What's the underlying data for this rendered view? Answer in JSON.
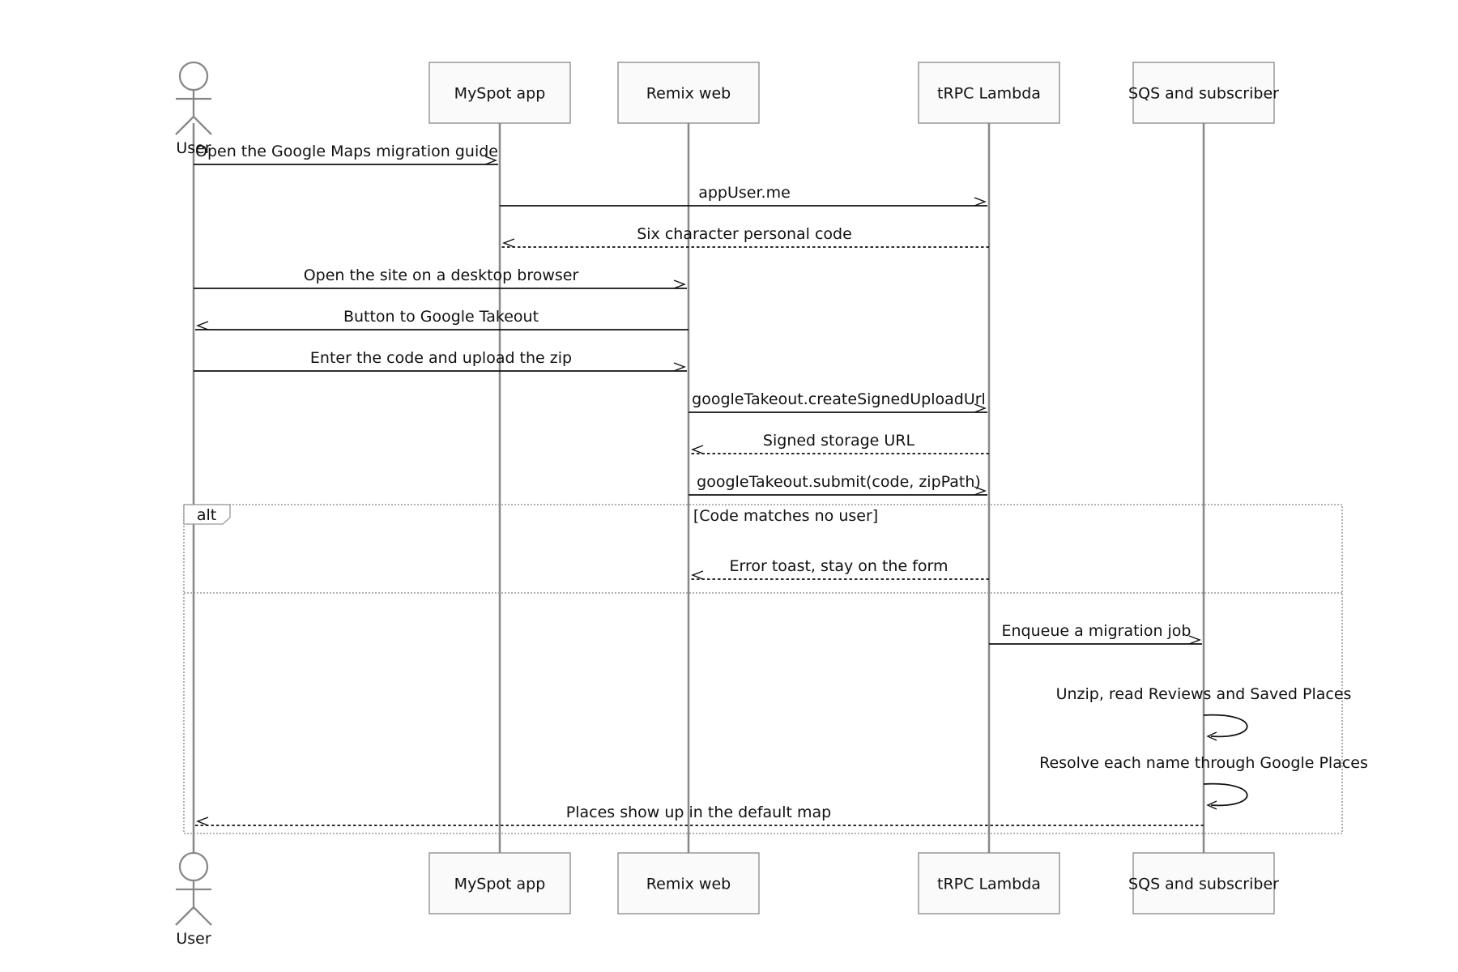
{
  "participants": [
    {
      "id": "user",
      "label": "User",
      "kind": "actor"
    },
    {
      "id": "app",
      "label": "MySpot app",
      "kind": "box"
    },
    {
      "id": "web",
      "label": "Remix web",
      "kind": "box"
    },
    {
      "id": "trpc",
      "label": "tRPC Lambda",
      "kind": "box"
    },
    {
      "id": "sqs",
      "label": "SQS and subscriber",
      "kind": "box"
    }
  ],
  "messages": [
    {
      "from": "user",
      "to": "app",
      "label": "Open the Google Maps migration guide",
      "style": "solid"
    },
    {
      "from": "app",
      "to": "trpc",
      "label": "appUser.me",
      "style": "solid"
    },
    {
      "from": "trpc",
      "to": "app",
      "label": "Six character personal code",
      "style": "dashed"
    },
    {
      "from": "user",
      "to": "web",
      "label": "Open the site on a desktop browser",
      "style": "solid"
    },
    {
      "from": "web",
      "to": "user",
      "label": "Button to Google Takeout",
      "style": "solid"
    },
    {
      "from": "user",
      "to": "web",
      "label": "Enter the code and upload the zip",
      "style": "solid"
    },
    {
      "from": "web",
      "to": "trpc",
      "label": "googleTakeout.createSignedUploadUrl",
      "style": "solid"
    },
    {
      "from": "trpc",
      "to": "web",
      "label": "Signed storage URL",
      "style": "dashed"
    },
    {
      "from": "web",
      "to": "trpc",
      "label": "googleTakeout.submit(code, zipPath)",
      "style": "solid"
    },
    {
      "from": "trpc",
      "to": "web",
      "label": "Error toast, stay on the form",
      "style": "dashed"
    },
    {
      "from": "trpc",
      "to": "sqs",
      "label": "Enqueue a migration job",
      "style": "solid"
    },
    {
      "from": "sqs",
      "to": "sqs",
      "label": "Unzip, read Reviews and Saved Places",
      "style": "solid"
    },
    {
      "from": "sqs",
      "to": "sqs",
      "label": "Resolve each name through Google Places",
      "style": "solid"
    },
    {
      "from": "sqs",
      "to": "user",
      "label": "Places show up in the default map",
      "style": "dashed"
    }
  ],
  "fragment": {
    "keyword": "alt",
    "condition": "[Code matches no user]"
  }
}
